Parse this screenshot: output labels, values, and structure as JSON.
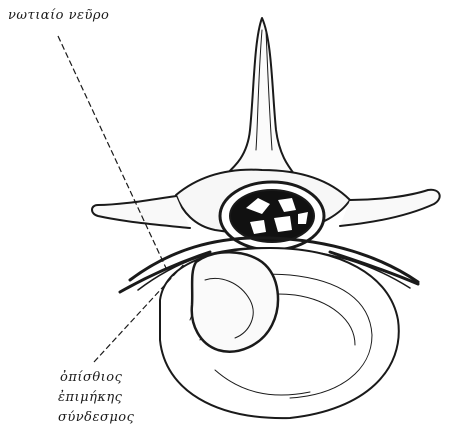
{
  "labels": {
    "spinal_nerve": "νωτιαίο νεῦρο",
    "ligament_line1": "ὀπίσθιος",
    "ligament_line2": "ἐπιμήκης",
    "ligament_line3": "σύνδεσμος"
  }
}
